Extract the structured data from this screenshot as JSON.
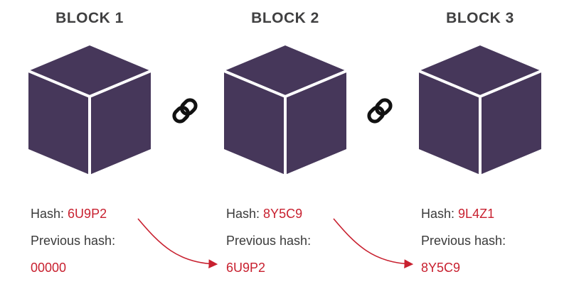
{
  "blocks": [
    {
      "title": "BLOCK 1",
      "hash_label": "Hash:",
      "hash": "6U9P2",
      "prev_label": "Previous hash:",
      "prev_hash": "00000"
    },
    {
      "title": "BLOCK 2",
      "hash_label": "Hash:",
      "hash": "8Y5C9",
      "prev_label": "Previous hash:",
      "prev_hash": "6U9P2"
    },
    {
      "title": "BLOCK 3",
      "hash_label": "Hash:",
      "hash": "9L4Z1",
      "prev_label": "Previous hash:",
      "prev_hash": "8Y5C9"
    }
  ],
  "links": [
    {
      "icon": "chain-link-icon",
      "from": "BLOCK 1",
      "to": "BLOCK 2"
    },
    {
      "icon": "chain-link-icon",
      "from": "BLOCK 2",
      "to": "BLOCK 3"
    }
  ],
  "colors": {
    "cube": "#46375a",
    "cube_edge": "#ffffff",
    "title_text": "#404041",
    "body_text": "#3a3a3a",
    "hash_text": "#c8202f",
    "arrow": "#c8202f",
    "chain_icon": "#111111"
  }
}
